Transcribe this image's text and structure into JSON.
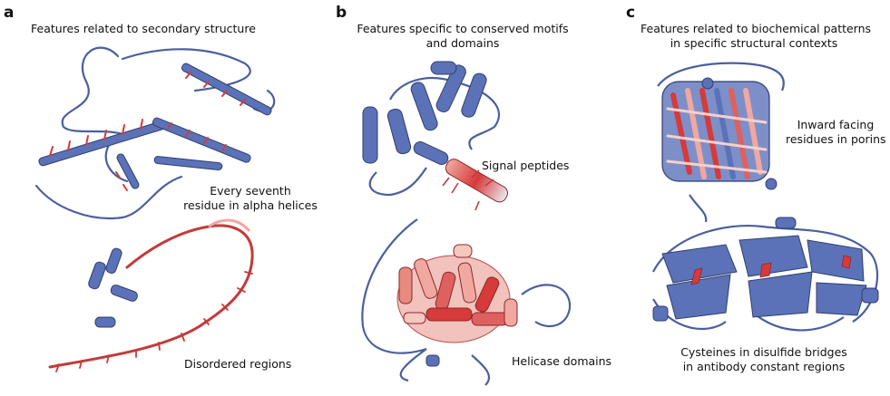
{
  "panels": [
    {
      "letter": "a",
      "title": "Features related to secondary structure",
      "captions": [
        "Every seventh",
        "residue in alpha helices",
        "Disordered regions"
      ]
    },
    {
      "letter": "b",
      "title_lines": [
        "Features specific to conserved motifs",
        "and domains"
      ],
      "captions": [
        "Signal peptides",
        "Helicase domains"
      ]
    },
    {
      "letter": "c",
      "title_lines": [
        "Features related to biochemical patterns",
        "in specific structural contexts"
      ],
      "captions": [
        "Inward facing",
        "residues in porins",
        "Cysteines in disulfide bridges",
        "in antibody constant regions"
      ]
    }
  ],
  "colors": {
    "protein_blue": "#5b72b8",
    "outline": "#2f3f6e",
    "feature_red": "#d63a3a",
    "feature_pink": "#f0a8a0"
  }
}
